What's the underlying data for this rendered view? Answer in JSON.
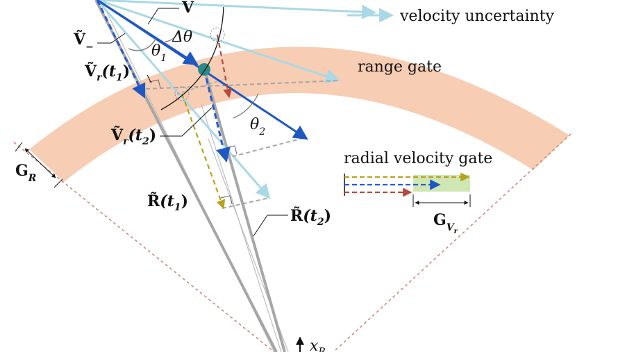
{
  "legend": {
    "velocity_uncertainty": "velocity uncertainty",
    "colors": {
      "uncertainty_arrow": "#a9d8e6",
      "velocity_arrow": "#1f57c3"
    }
  },
  "labels": {
    "range_gate": "range gate",
    "radial_velocity_gate": "radial velocity gate",
    "V": "V",
    "V_tilde": "Ṽ",
    "V_minus_sub": "−",
    "delta_theta": "Δθ",
    "theta": "θ",
    "theta1_sub": "1",
    "theta2_sub": "2",
    "Vr_tilde": "Ṽ",
    "r_sub": "r",
    "t1": "(t",
    "t1_sub": "1",
    "close_paren": ")",
    "R_tilde": "R̃",
    "t2_sub": "2",
    "G": "G",
    "G_R_sub": "R",
    "G_Vr_sub": "V",
    "G_Vr_subsub": "r",
    "x": "x",
    "x_sub": "R"
  },
  "colors": {
    "range_gate_fill": "#f7cdb3",
    "gate_box_fill": "#cfe7b3",
    "boundary_dash": "#c98a7d",
    "gray_line": "#a6a6a6",
    "blue_dash": "#2a5bcf",
    "olive_dash": "#b8a21c",
    "red_dash": "#b5493b",
    "teal_dot": "#2b8a8a"
  }
}
